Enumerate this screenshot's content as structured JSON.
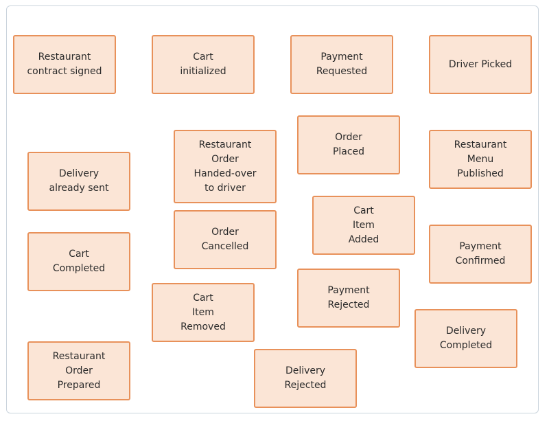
{
  "board": {
    "notes": [
      {
        "id": "restaurant-contract-signed",
        "text": "Restaurant\ncontract signed"
      },
      {
        "id": "cart-initialized",
        "text": "Cart\ninitialized"
      },
      {
        "id": "payment-requested",
        "text": "Payment\nRequested"
      },
      {
        "id": "driver-picked",
        "text": "Driver Picked"
      },
      {
        "id": "delivery-already-sent",
        "text": "Delivery\nalready sent"
      },
      {
        "id": "restaurant-order-handed-over",
        "text": "Restaurant\nOrder\nHanded-over\nto driver"
      },
      {
        "id": "order-placed",
        "text": "Order\nPlaced"
      },
      {
        "id": "restaurant-menu-published",
        "text": "Restaurant\nMenu\nPublished"
      },
      {
        "id": "cart-completed",
        "text": "Cart\nCompleted"
      },
      {
        "id": "order-cancelled",
        "text": "Order\nCancelled"
      },
      {
        "id": "cart-item-added",
        "text": "Cart\nItem\nAdded"
      },
      {
        "id": "payment-confirmed",
        "text": "Payment\nConfirmed"
      },
      {
        "id": "cart-item-removed",
        "text": "Cart\nItem\nRemoved"
      },
      {
        "id": "payment-rejected",
        "text": "Payment\nRejected"
      },
      {
        "id": "delivery-completed",
        "text": "Delivery\nCompleted"
      },
      {
        "id": "restaurant-order-prepared",
        "text": "Restaurant\nOrder\nPrepared"
      },
      {
        "id": "delivery-rejected",
        "text": "Delivery\nRejected"
      }
    ]
  },
  "colors": {
    "note_fill": "#fbe5d6",
    "note_border": "#e8915a",
    "frame_border": "#c9d3dc"
  }
}
